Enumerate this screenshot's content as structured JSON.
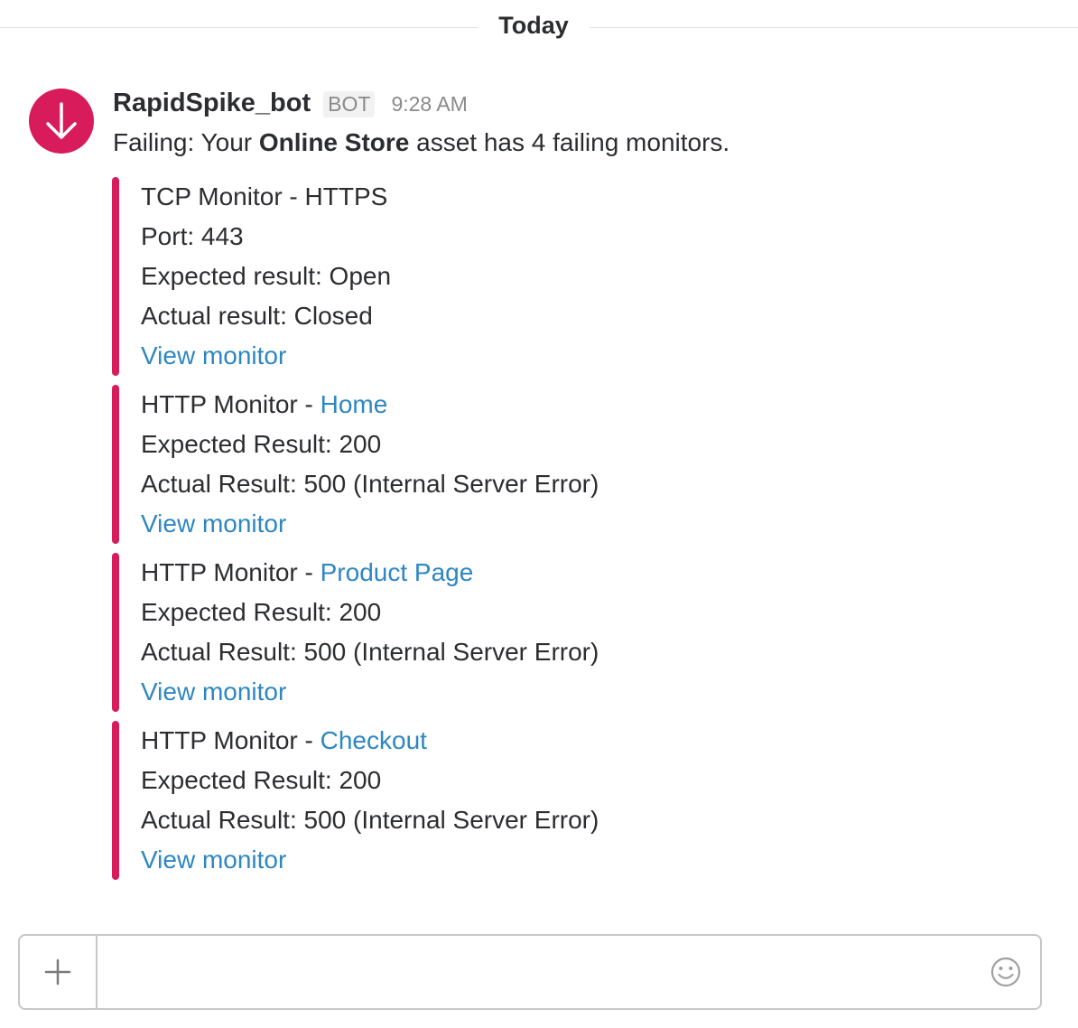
{
  "day_divider": {
    "label": "Today"
  },
  "message": {
    "sender": "RapidSpike_bot",
    "badge": "BOT",
    "time": "9:28 AM",
    "avatar_icon": "arrow-down-icon",
    "avatar_color": "#d81b5a",
    "text": {
      "prefix": "Failing: Your ",
      "asset": "Online Store",
      "suffix": " asset has 4 failing monitors."
    },
    "attachments": [
      {
        "title": "TCP Monitor - HTTPS",
        "port": "Port: 443",
        "expected": "Expected result: Open",
        "actual": "Actual result: Closed",
        "link": "View monitor"
      },
      {
        "title_prefix": "HTTP Monitor - ",
        "title_link": "Home",
        "expected": "Expected Result: 200",
        "actual": "Actual Result: 500 (Internal Server Error)",
        "link": "View monitor"
      },
      {
        "title_prefix": "HTTP Monitor - ",
        "title_link": "Product Page",
        "expected": "Expected Result: 200",
        "actual": "Actual Result: 500 (Internal Server Error)",
        "link": "View monitor"
      },
      {
        "title_prefix": "HTTP Monitor - ",
        "title_link": "Checkout",
        "expected": "Expected Result: 200",
        "actual": "Actual Result: 500 (Internal Server Error)",
        "link": "View monitor"
      }
    ],
    "bar_color": "#d81b5a",
    "link_color": "#2d87c2"
  },
  "composer": {
    "placeholder": "",
    "value": "",
    "plus_icon": "plus-icon",
    "emoji_icon": "smiley-icon"
  }
}
